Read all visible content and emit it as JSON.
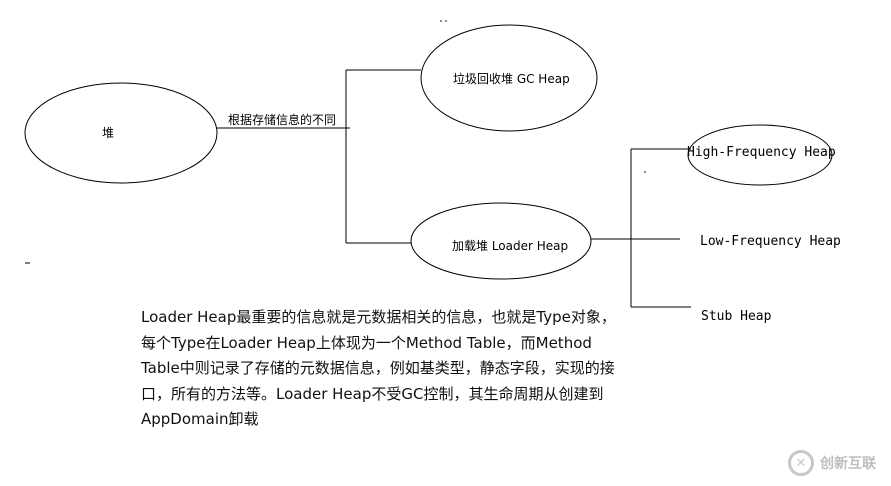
{
  "nodes": {
    "heap": "堆",
    "gc_heap": "垃圾回收堆 GC Heap",
    "loader_heap": "加载堆 Loader Heap",
    "high_frequency_heap": "High-Frequency Heap",
    "low_frequency_heap": "Low-Frequency Heap",
    "stub_heap": "Stub Heap"
  },
  "edge_label": "根据存储信息的不同",
  "description": [
    "Loader Heap最重要的信息就是元数据相关的信息，也就是Type对象，",
    "每个Type在Loader Heap上体现为一个Method Table，而Method",
    "Table中则记录了存储的元数据信息，例如基类型，静态字段，实现的接",
    "口，所有的方法等。Loader Heap不受GC控制，其生命周期从创建到",
    "AppDomain卸载"
  ],
  "watermark": {
    "logo_icon": "x-circle-logo-icon",
    "text": "创新互联"
  }
}
